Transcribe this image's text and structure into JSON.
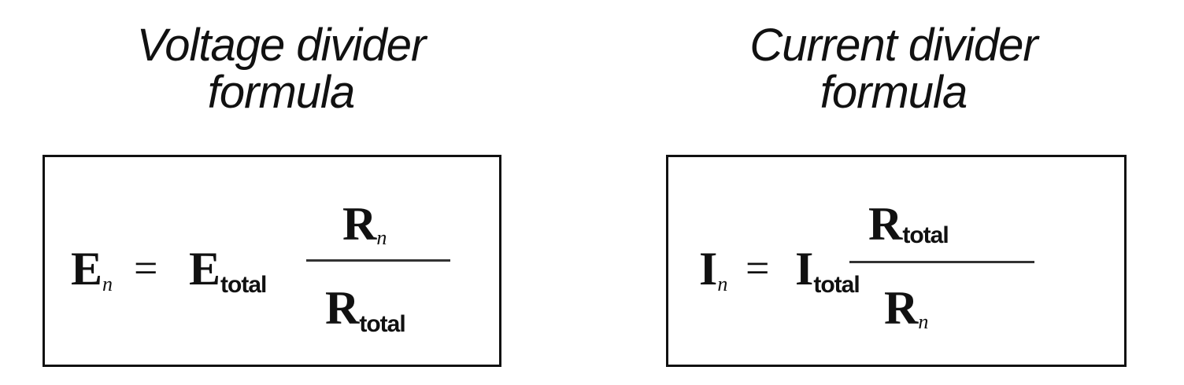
{
  "left": {
    "title_line1": "Voltage divider",
    "title_line2": "formula",
    "formula": {
      "lhs_symbol": "E",
      "lhs_sub": "n",
      "equals": "=",
      "coef_symbol": "E",
      "coef_sub": "total",
      "num_symbol": "R",
      "num_sub": "n",
      "den_symbol": "R",
      "den_sub": "total"
    }
  },
  "right": {
    "title_line1": "Current divider",
    "title_line2": "formula",
    "formula": {
      "lhs_symbol": "I",
      "lhs_sub": "n",
      "equals": "=",
      "coef_symbol": "I",
      "coef_sub": "total",
      "num_symbol": "R",
      "num_sub": "total",
      "den_symbol": "R",
      "den_sub": "n"
    }
  },
  "colors": {
    "ink": "#111111",
    "background": "#ffffff",
    "fraction_bar": "#333333"
  }
}
